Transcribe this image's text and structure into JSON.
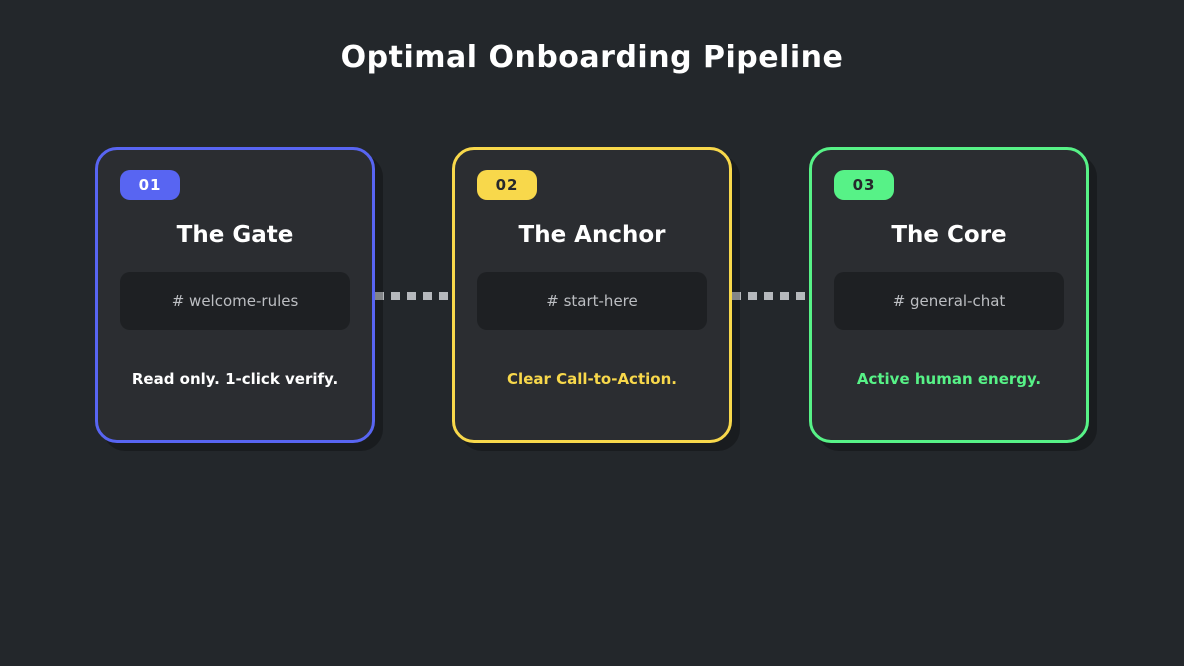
{
  "page": {
    "title": "Optimal Onboarding Pipeline",
    "background_color": "#23272b",
    "card_background_color": "#2b2d31",
    "channel_pill_color": "#1e2023",
    "connector_color": "#b6b9bd",
    "connector_style": "dashed-horizontal-line"
  },
  "steps": [
    {
      "number": "01",
      "title": "The Gate",
      "channel": "# welcome-rules",
      "description": "Read only. 1-click verify.",
      "accent": "#5865f2",
      "badge_text_color": "#ffffff",
      "description_color": "#ffffff"
    },
    {
      "number": "02",
      "title": "The Anchor",
      "channel": "# start-here",
      "description": "Clear Call-to-Action.",
      "accent": "#f8d84b",
      "badge_text_color": "#26282c",
      "description_color": "#f8d84b"
    },
    {
      "number": "03",
      "title": "The Core",
      "channel": "# general-chat",
      "description": "Active human energy.",
      "accent": "#57f287",
      "badge_text_color": "#26282c",
      "description_color": "#57f287"
    }
  ]
}
